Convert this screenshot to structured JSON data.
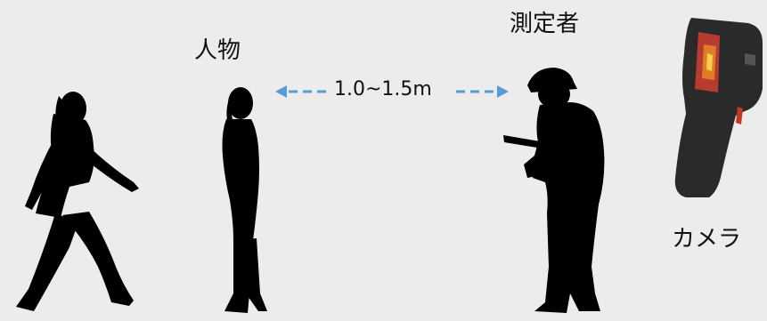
{
  "labels": {
    "person": "人物",
    "measurer": "測定者",
    "camera": "カメラ",
    "distance": "1.0~1.5m"
  },
  "colors": {
    "background": "#ececec",
    "silhouette": "#000000",
    "arrow": "#5b9bd5",
    "camera_body": "#2a2a2a",
    "camera_grip_accent": "#c0392b"
  },
  "icons": [
    "walking-person-icon",
    "standing-person-icon",
    "measurer-with-thermometer-icon",
    "thermal-camera-icon",
    "double-arrow-icon"
  ]
}
